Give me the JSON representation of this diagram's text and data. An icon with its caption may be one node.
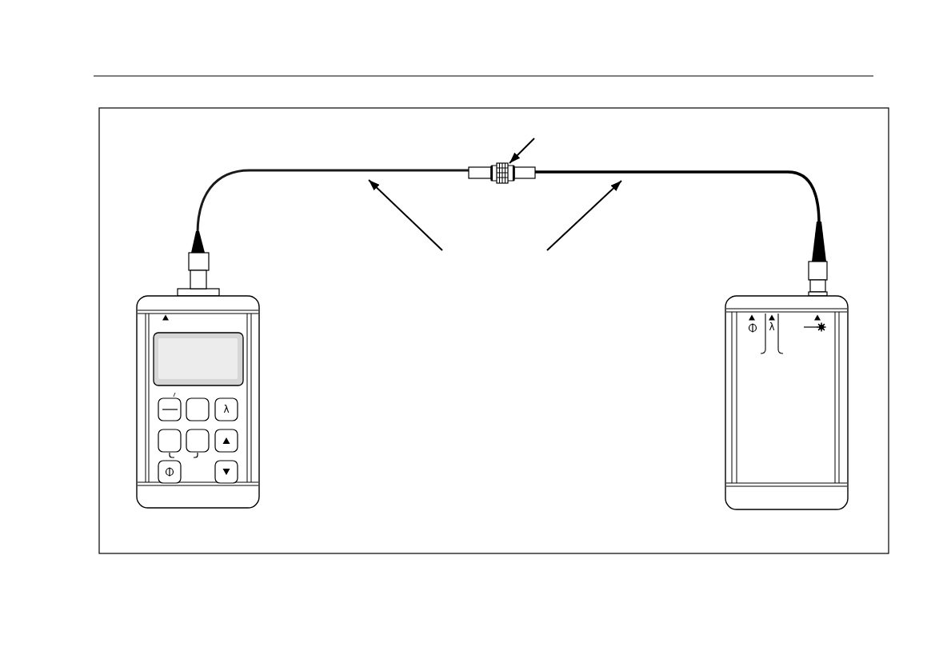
{
  "diagram": {
    "nodes": [
      {
        "text": [],
        "shape": "picture"
      },
      {
        "text": [],
        "shape": "cable"
      },
      {
        "text": [],
        "shape": "picture"
      },
      {
        "text": [],
        "shape": "cable"
      },
      {
        "text": [],
        "shape": "picture"
      }
    ],
    "edges": [
      {
        "from": null,
        "to": 2,
        "arrow": "to"
      },
      {
        "from": null,
        "to": 1,
        "arrow": "to"
      },
      {
        "from": null,
        "to": 3,
        "arrow": "to"
      }
    ],
    "labels": [
      "λ",
      "λ"
    ]
  }
}
